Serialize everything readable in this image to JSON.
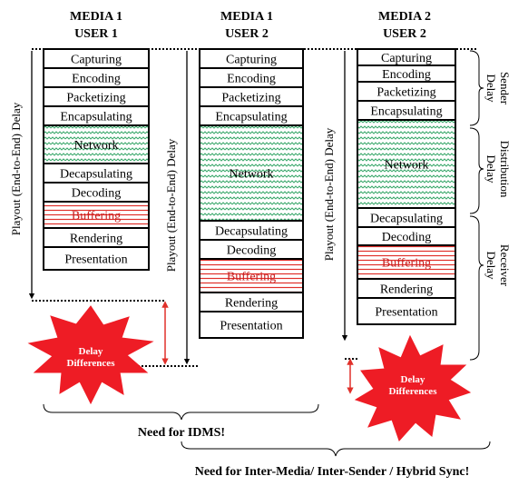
{
  "columns": [
    {
      "id": "m1u1",
      "header": [
        "MEDIA 1",
        "USER 1"
      ],
      "side_label": "Playout (End-to-End) Delay",
      "blocks": [
        {
          "label": "Capturing",
          "fill": "plain"
        },
        {
          "label": "Encoding",
          "fill": "plain"
        },
        {
          "label": "Packetizing",
          "fill": "plain"
        },
        {
          "label": "Encapsulating",
          "fill": "plain"
        },
        {
          "label": "Network",
          "fill": "green-hatch"
        },
        {
          "label": "Decapsulating",
          "fill": "plain"
        },
        {
          "label": "Decoding",
          "fill": "plain"
        },
        {
          "label": "Buffering",
          "fill": "red-stripes"
        },
        {
          "label": "Rendering",
          "fill": "plain"
        },
        {
          "label": "Presentation",
          "fill": "plain"
        }
      ]
    },
    {
      "id": "m1u2",
      "header": [
        "MEDIA 1",
        "USER 2"
      ],
      "side_label": "Playout (End-to-End) Delay",
      "blocks": [
        {
          "label": "Capturing",
          "fill": "plain"
        },
        {
          "label": "Encoding",
          "fill": "plain"
        },
        {
          "label": "Packetizing",
          "fill": "plain"
        },
        {
          "label": "Encapsulating",
          "fill": "plain"
        },
        {
          "label": "Network",
          "fill": "green-hatch"
        },
        {
          "label": "Decapsulating",
          "fill": "plain"
        },
        {
          "label": "Decoding",
          "fill": "plain"
        },
        {
          "label": "Buffering",
          "fill": "red-stripes"
        },
        {
          "label": "Rendering",
          "fill": "plain"
        },
        {
          "label": "Presentation",
          "fill": "plain"
        }
      ]
    },
    {
      "id": "m2u2",
      "header": [
        "MEDIA 2",
        "USER 2"
      ],
      "side_label": "Playout (End-to-End) Delay",
      "blocks": [
        {
          "label": "Capturing",
          "fill": "plain"
        },
        {
          "label": "Encoding",
          "fill": "plain"
        },
        {
          "label": "Packetizing",
          "fill": "plain"
        },
        {
          "label": "Encapsulating",
          "fill": "plain"
        },
        {
          "label": "Network",
          "fill": "green-hatch"
        },
        {
          "label": "Decapsulating",
          "fill": "plain"
        },
        {
          "label": "Decoding",
          "fill": "plain"
        },
        {
          "label": "Buffering",
          "fill": "red-stripes"
        },
        {
          "label": "Rendering",
          "fill": "plain"
        },
        {
          "label": "Presentation",
          "fill": "plain"
        }
      ]
    }
  ],
  "brace_labels": {
    "sender": [
      "Sender",
      "Delay"
    ],
    "distribution": [
      "Distribution",
      "Delay"
    ],
    "receiver": [
      "Receiver",
      "Delay"
    ]
  },
  "bursts": {
    "left": [
      "Delay",
      "Differences"
    ],
    "right": [
      "Delay",
      "Differences"
    ]
  },
  "bottom": {
    "idms": "Need for IDMS!",
    "inter_media": "Need for Inter-Media/ Inter-Sender / Hybrid Sync!"
  },
  "colors": {
    "network_hatch": "#3aa86b",
    "buffering_stripes": "#e0302a",
    "arrow_red": "#e0302a",
    "burst_red": "#ee1c25",
    "burst_text": "#ffffff"
  }
}
